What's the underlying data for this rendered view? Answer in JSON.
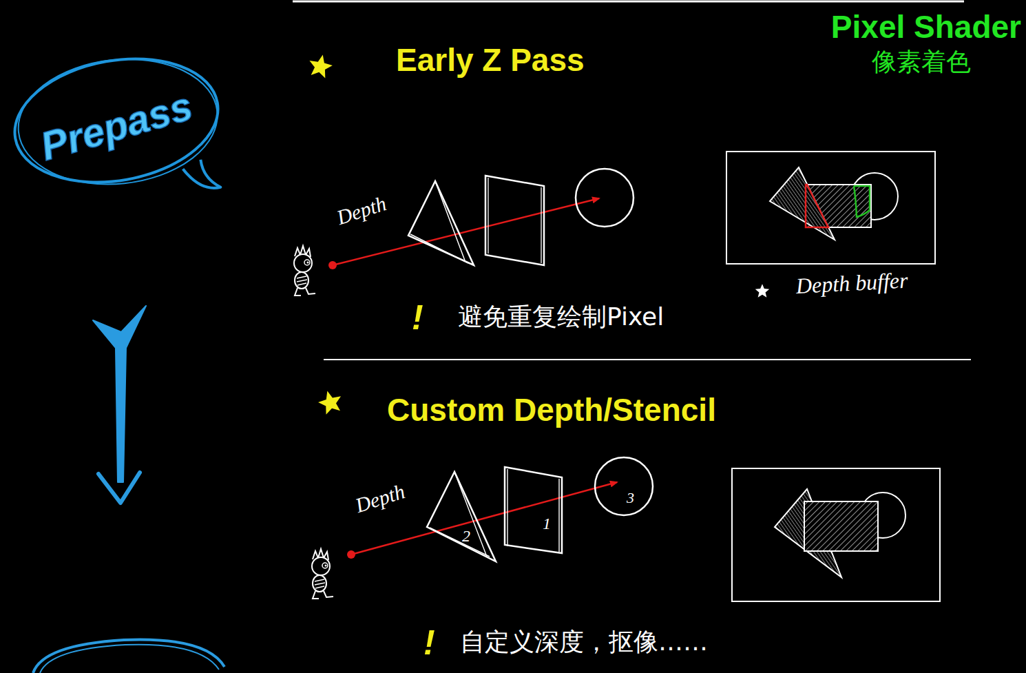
{
  "diagram": {
    "title": "Pixel Shader",
    "nodes": [
      {
        "text": [
          "Prepass"
        ]
      },
      {
        "text": [
          "2"
        ]
      },
      {
        "text": [
          "1"
        ]
      },
      {
        "text": [
          "3"
        ]
      }
    ],
    "labels": [
      "像素着色",
      "Early Z Pass",
      "Depth",
      "Depth buffer",
      "!",
      "避免重复绘制Pixel",
      "Custom Depth/Stencil",
      "Depth",
      "!",
      "自定义深度，抠像……"
    ]
  }
}
